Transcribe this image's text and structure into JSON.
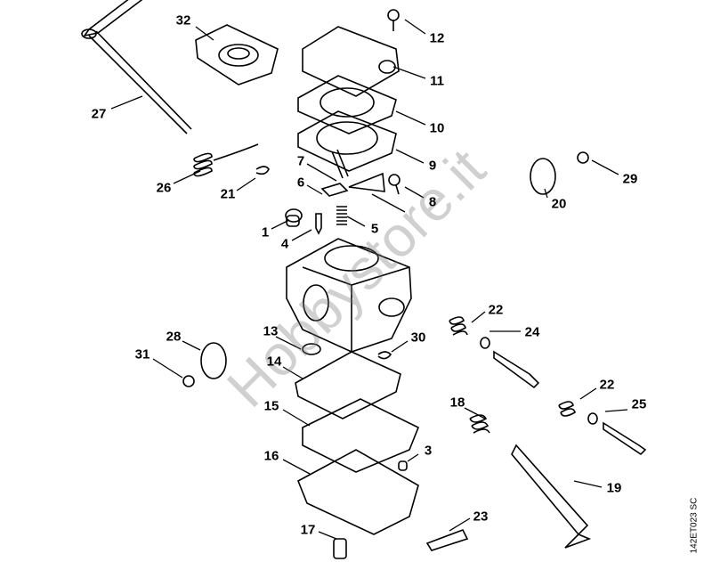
{
  "diagram": {
    "labels": [
      "32",
      "12",
      "11",
      "27",
      "10",
      "9",
      "7",
      "6",
      "8",
      "26",
      "21",
      "29",
      "20",
      "1",
      "5",
      "4",
      "22",
      "24",
      "13",
      "28",
      "30",
      "31",
      "14",
      "18",
      "22",
      "25",
      "15",
      "3",
      "16",
      "19",
      "23",
      "17"
    ],
    "drawing_code": "142ET023 SC",
    "watermark": "Hobbystore.it"
  }
}
